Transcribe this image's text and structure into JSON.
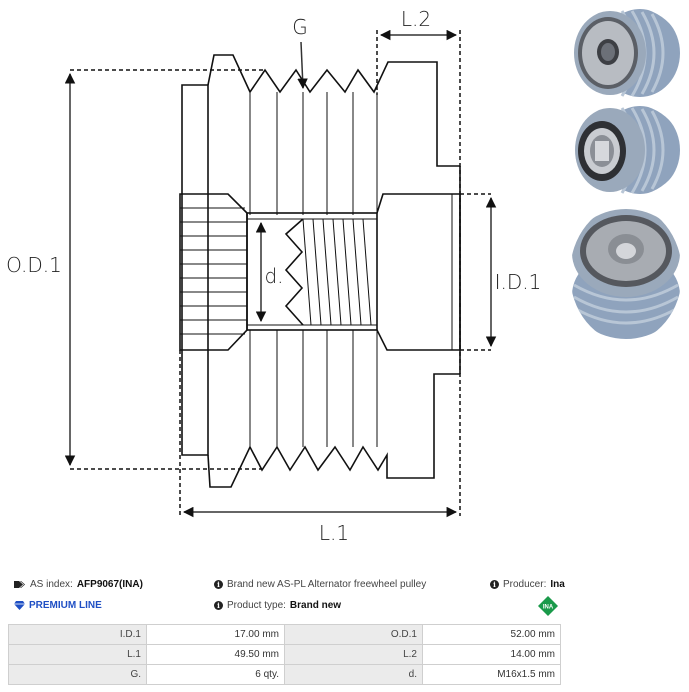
{
  "drawing": {
    "labels": {
      "groove": "G",
      "length2": "L.2",
      "outer_diameter": "O.D.1",
      "inner_diameter": "I.D.1",
      "thread": "d.",
      "length1": "L.1"
    }
  },
  "product": {
    "as_index_label": "AS index:",
    "as_index_value": "AFP9067(INA)",
    "premium_line": "PREMIUM LINE",
    "description": "Brand new AS-PL Alternator freewheel pulley",
    "product_type_label": "Product type:",
    "product_type_value": "Brand new",
    "producer_label": "Producer:",
    "producer_value": "Ina",
    "producer_logo_text": "INA",
    "colors": {
      "premium": "#1f4fc4",
      "ina_green": "#1a9a4a"
    }
  },
  "specs": [
    {
      "label1": "I.D.1",
      "value1": "17.00 mm",
      "label2": "O.D.1",
      "value2": "52.00 mm"
    },
    {
      "label1": "L.1",
      "value1": "49.50 mm",
      "label2": "L.2",
      "value2": "14.00 mm"
    },
    {
      "label1": "G.",
      "value1": "6 qty.",
      "label2": "d.",
      "value2": "M16x1.5 mm"
    }
  ]
}
